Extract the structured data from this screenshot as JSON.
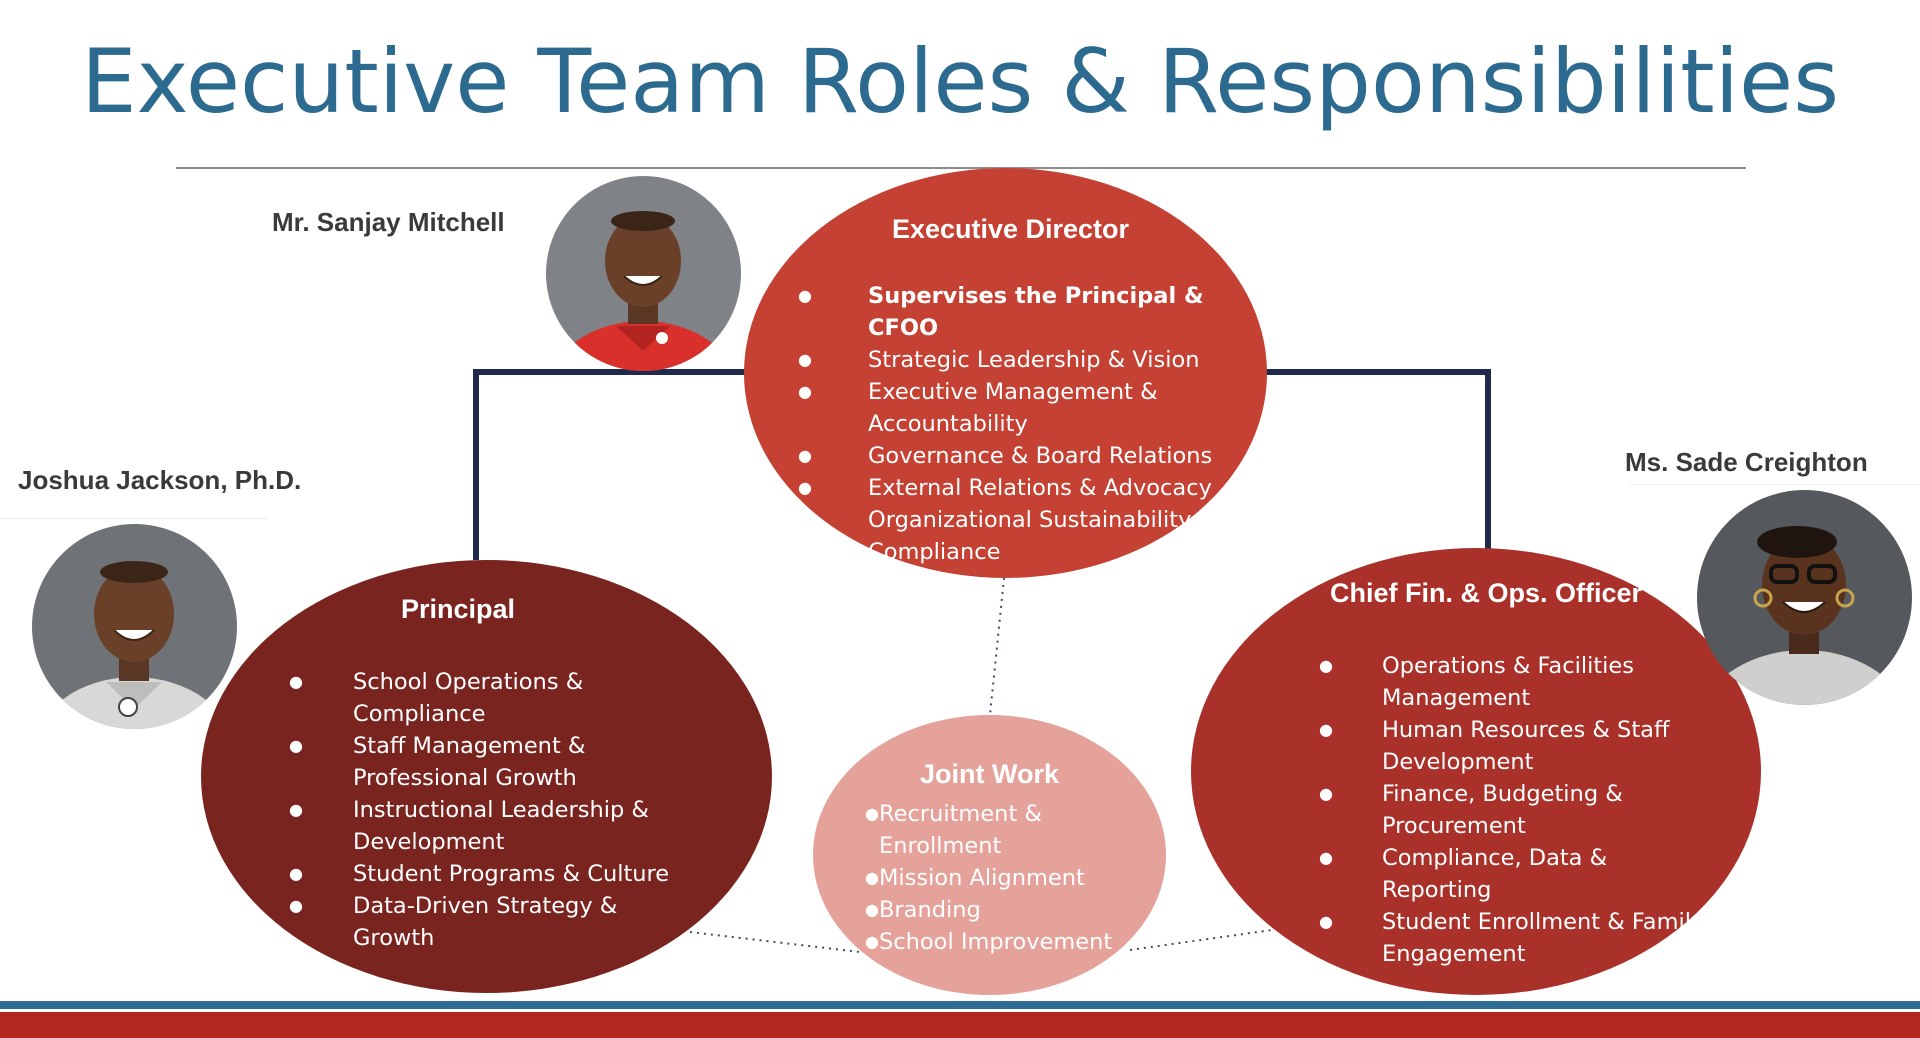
{
  "title": "Executive Team Roles & Responsibilities",
  "people": {
    "director_name": "Mr. Sanjay Mitchell",
    "principal_name": "Joshua Jackson, Ph.D.",
    "cfoo_name": "Ms. Sade Creighton"
  },
  "roles": {
    "executive_director": {
      "heading": "Executive Director",
      "items": [
        "Supervises the Principal & CFOO",
        "Strategic Leadership & Vision",
        "Executive Management & Accountability",
        "Governance & Board Relations",
        "External Relations & Advocacy",
        "Organizational Sustainability & Compliance"
      ]
    },
    "principal": {
      "heading": "Principal",
      "items": [
        "School Operations & Compliance",
        "Staff Management & Professional Growth",
        "Instructional Leadership & Development",
        "Student Programs & Culture",
        "Data-Driven Strategy & Growth"
      ]
    },
    "cfoo": {
      "heading": "Chief Fin. & Ops. Officer",
      "items": [
        "Operations & Facilities Management",
        "Human Resources & Staff Development",
        "Finance, Budgeting & Procurement",
        "Compliance, Data & Reporting",
        "Student Enrollment & Family Engagement"
      ]
    },
    "joint_work": {
      "heading": "Joint Work",
      "items": [
        "Recruitment & Enrollment",
        "Mission Alignment",
        "Branding",
        "School Improvement"
      ]
    }
  },
  "colors": {
    "title": "#2c6a8f",
    "executive_director": "#c44133",
    "principal": "#7a2420",
    "cfoo": "#a9312a",
    "joint_work": "#e4a29b",
    "connector": "#1f2a4d",
    "footer_blue": "#2f6c93",
    "footer_red": "#b3271f"
  }
}
